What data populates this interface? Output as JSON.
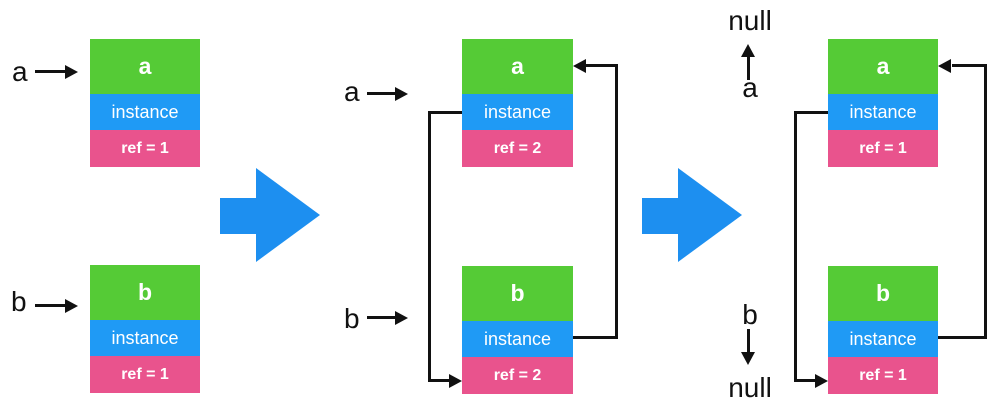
{
  "diagram": {
    "colors": {
      "header_green": "#55CB36",
      "instance_blue": "#1F9AF5",
      "ref_pink": "#E9538D",
      "big_arrow_blue": "#1D8FF0",
      "line_black": "#111111"
    },
    "panels": [
      {
        "vars": [
          {
            "label": "a"
          },
          {
            "label": "b"
          }
        ],
        "boxes": [
          {
            "title": "a",
            "instance": "instance",
            "ref": "ref = 1"
          },
          {
            "title": "b",
            "instance": "instance",
            "ref": "ref = 1"
          }
        ]
      },
      {
        "vars": [
          {
            "label": "a"
          },
          {
            "label": "b"
          }
        ],
        "boxes": [
          {
            "title": "a",
            "instance": "instance",
            "ref": "ref = 2"
          },
          {
            "title": "b",
            "instance": "instance",
            "ref": "ref = 2"
          }
        ]
      },
      {
        "vars": [
          {
            "label": "a"
          },
          {
            "label": "b"
          }
        ],
        "null_top": "null",
        "null_bottom": "null",
        "boxes": [
          {
            "title": "a",
            "instance": "instance",
            "ref": "ref = 1"
          },
          {
            "title": "b",
            "instance": "instance",
            "ref": "ref = 1"
          }
        ]
      }
    ]
  }
}
